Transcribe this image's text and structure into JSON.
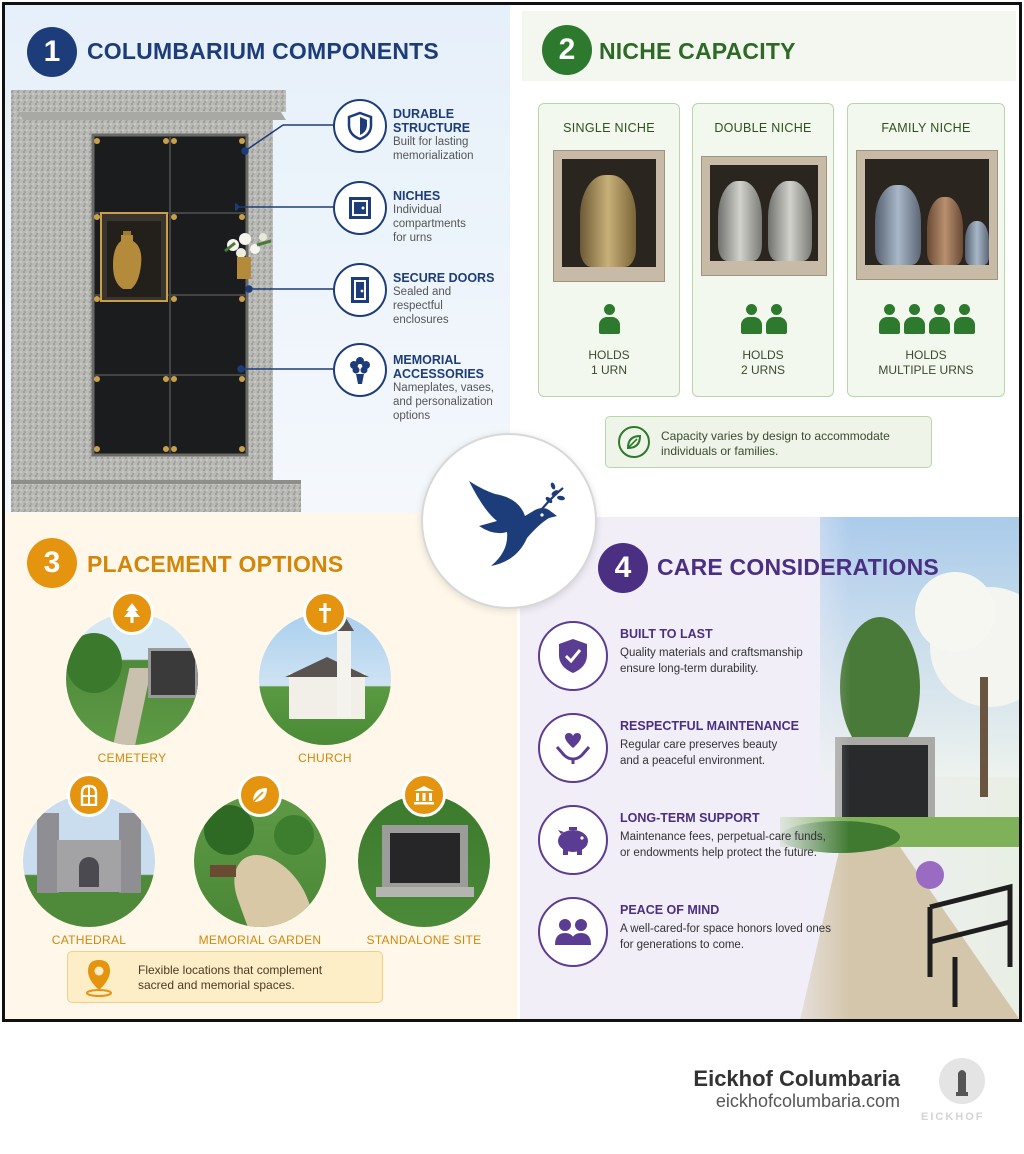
{
  "colors": {
    "navy": "#1d3d7a",
    "green": "#2d7a2e",
    "orange": "#e5940f",
    "purple": "#4a2f82"
  },
  "section1": {
    "number": "1",
    "title": "COLUMBARIUM COMPONENTS",
    "components": [
      {
        "icon": "shield-icon",
        "title_line1": "DURABLE",
        "title_line2": "STRUCTURE",
        "desc": [
          "Built for lasting",
          "memorialization"
        ]
      },
      {
        "icon": "niche-icon",
        "title_line1": "NICHES",
        "title_line2": "",
        "desc": [
          "Individual",
          "compartments",
          "for urns"
        ]
      },
      {
        "icon": "door-icon",
        "title_line1": "SECURE DOORS",
        "title_line2": "",
        "desc": [
          "Sealed and",
          "respectful",
          "enclosures"
        ]
      },
      {
        "icon": "flower-vase-icon",
        "title_line1": "MEMORIAL",
        "title_line2": "ACCESSORIES",
        "desc": [
          "Nameplates, vases,",
          "and personalization",
          "options"
        ]
      }
    ]
  },
  "section2": {
    "number": "2",
    "title": "NICHE CAPACITY",
    "cards": [
      {
        "title": "SINGLE NICHE",
        "people": 1,
        "cap_line1": "HOLDS",
        "cap_line2": "1 URN"
      },
      {
        "title": "DOUBLE NICHE",
        "people": 2,
        "cap_line1": "HOLDS",
        "cap_line2": "2 URNS"
      },
      {
        "title": "FAMILY NICHE",
        "people": 4,
        "cap_line1": "HOLDS",
        "cap_line2": "MULTIPLE URNS"
      }
    ],
    "note": [
      "Capacity varies by design to accommodate",
      "individuals or families."
    ],
    "note_icon": "leaf-icon"
  },
  "center_icon": "dove-icon",
  "section3": {
    "number": "3",
    "title": "PLACEMENT OPTIONS",
    "places": [
      {
        "label": "CEMETERY",
        "icon": "tree-icon"
      },
      {
        "label": "CHURCH",
        "icon": "cross-icon"
      },
      {
        "label": "CATHEDRAL",
        "icon": "arched-window-icon"
      },
      {
        "label": "MEMORIAL GARDEN",
        "icon": "leaf-icon"
      },
      {
        "label": "STANDALONE SITE",
        "icon": "monument-icon"
      }
    ],
    "note": [
      "Flexible locations that complement",
      "sacred and memorial spaces."
    ],
    "note_icon": "location-pin-icon"
  },
  "section4": {
    "number": "4",
    "title": "CARE CONSIDERATIONS",
    "items": [
      {
        "icon": "shield-check-icon",
        "title": "BUILT TO LAST",
        "desc": [
          "Quality materials and craftsmanship",
          "ensure long-term durability."
        ]
      },
      {
        "icon": "heart-hands-icon",
        "title": "RESPECTFUL MAINTENANCE",
        "desc": [
          "Regular care preserves beauty",
          "and a peaceful environment."
        ]
      },
      {
        "icon": "piggy-bank-icon",
        "title": "LONG-TERM SUPPORT",
        "desc": [
          "Maintenance fees, perpetual-care funds,",
          "or endowments help protect the future."
        ]
      },
      {
        "icon": "people-icon",
        "title": "PEACE OF MIND",
        "desc": [
          "A well-cared-for space honors loved ones",
          "for generations to come."
        ]
      }
    ]
  },
  "footer": {
    "brand": "Eickhof Columbaria",
    "url": "eickhofcolumbaria.com",
    "logo_text": "EICKHOF"
  }
}
